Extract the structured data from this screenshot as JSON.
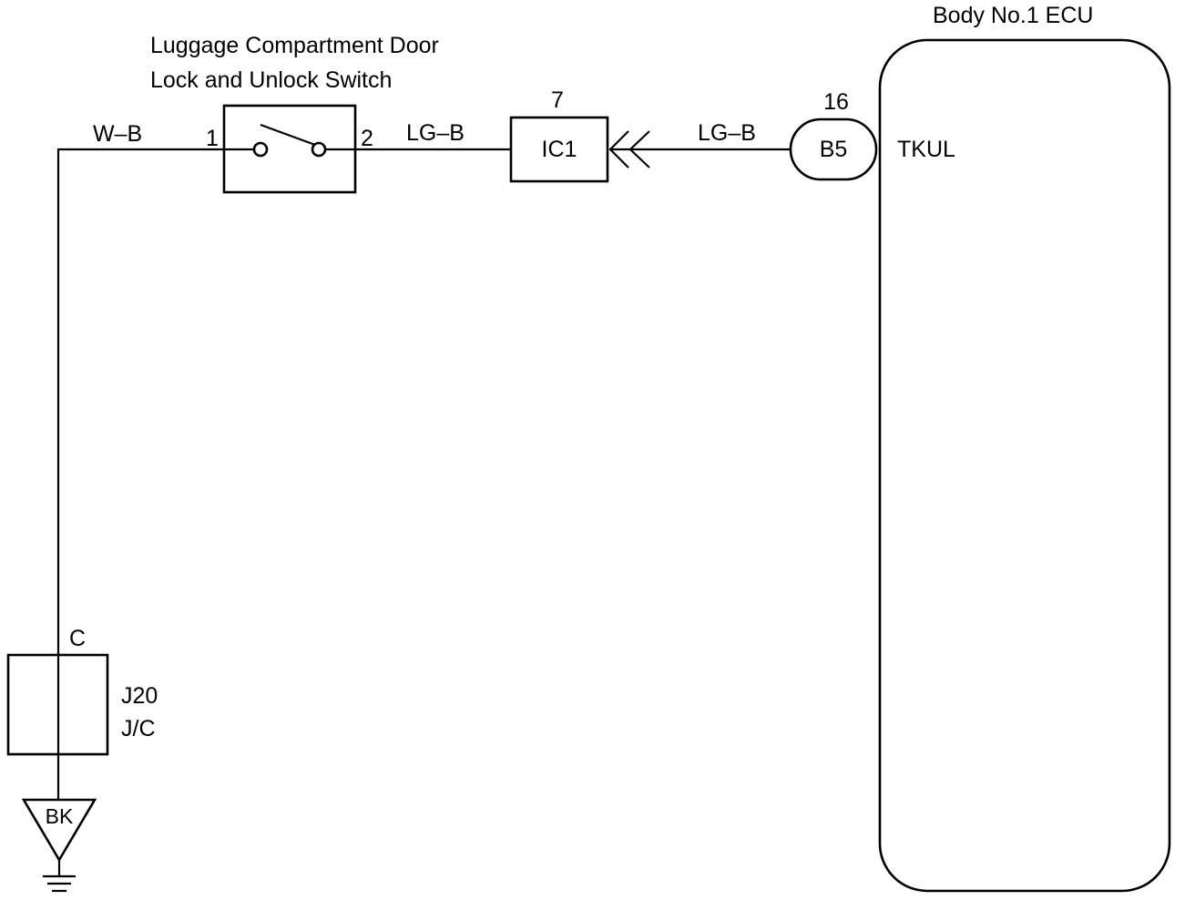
{
  "ecu": {
    "title": "Body No.1 ECU",
    "terminal": "TKUL",
    "connector": "B5",
    "pin": "16"
  },
  "switch": {
    "name_line1": "Luggage Compartment Door",
    "name_line2": "Lock and Unlock Switch",
    "pin_left": "1",
    "pin_right": "2"
  },
  "inline_connector": {
    "name": "IC1",
    "pin": "7"
  },
  "wires": {
    "switch_to_ground": "W–B",
    "switch_to_ic1": "LG–B",
    "ic1_to_ecu": "LG–B"
  },
  "junction": {
    "pin": "C",
    "name": "J20",
    "type": "J/C"
  },
  "ground": {
    "color_code": "BK"
  }
}
